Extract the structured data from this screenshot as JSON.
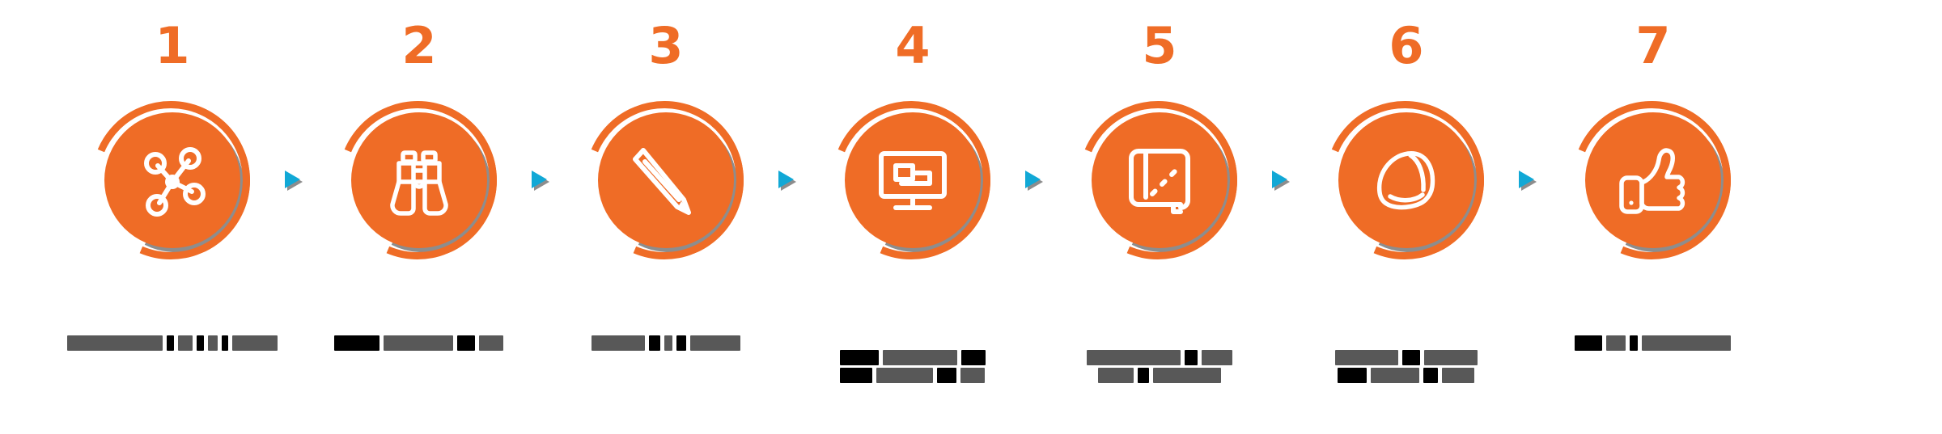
{
  "meta": {
    "kind": "process-flow-infographic",
    "orientation": "horizontal",
    "step_count": 7
  },
  "colors": {
    "accent_orange": "#ef6c26",
    "ring_shadow_gray": "#8d8d8d",
    "arrow_cyan": "#11a8d6",
    "icon_white": "#ffffff",
    "label_redaction_gray": "#585858",
    "label_redaction_black": "#000000",
    "background": "#ffffff"
  },
  "steps": [
    {
      "number": "1",
      "icon": "network-nodes-icon",
      "label": "",
      "label_state": "redacted",
      "label_lines": 1,
      "bars": [
        [
          118,
          35,
          13,
          13,
          86
        ]
      ]
    },
    {
      "number": "2",
      "icon": "binoculars-icon",
      "label": "",
      "label_state": "redacted",
      "label_lines": 1,
      "bars": [
        [
          62,
          22,
          96
        ]
      ]
    },
    {
      "number": "3",
      "icon": "pencil-icon",
      "label": "",
      "label_state": "redacted",
      "label_lines": 1,
      "bars": [
        [
          58,
          14,
          9,
          72
        ]
      ]
    },
    {
      "number": "4",
      "icon": "presentation-monitor-icon",
      "label": "",
      "label_state": "redacted",
      "label_lines": 2,
      "bars": [
        [
          70,
          104
        ],
        [
          46,
          126
        ]
      ]
    },
    {
      "number": "5",
      "icon": "blueprint-roll-icon",
      "label": "",
      "label_state": "redacted",
      "label_lines": 2,
      "bars": [
        [
          118,
          58
        ],
        [
          104,
          76
        ]
      ]
    },
    {
      "number": "6",
      "icon": "hard-hat-icon",
      "label": "",
      "label_state": "redacted",
      "label_lines": 2,
      "bars": [
        [
          80,
          92
        ],
        [
          64,
          88
        ]
      ]
    },
    {
      "number": "7",
      "icon": "thumbs-up-icon",
      "label": "",
      "label_state": "redacted",
      "label_lines": 1,
      "bars": [
        [
          40,
          150
        ]
      ]
    }
  ],
  "separators": {
    "icon": "play-triangle-right-icon",
    "count": 6,
    "color": "#11a8d6"
  }
}
